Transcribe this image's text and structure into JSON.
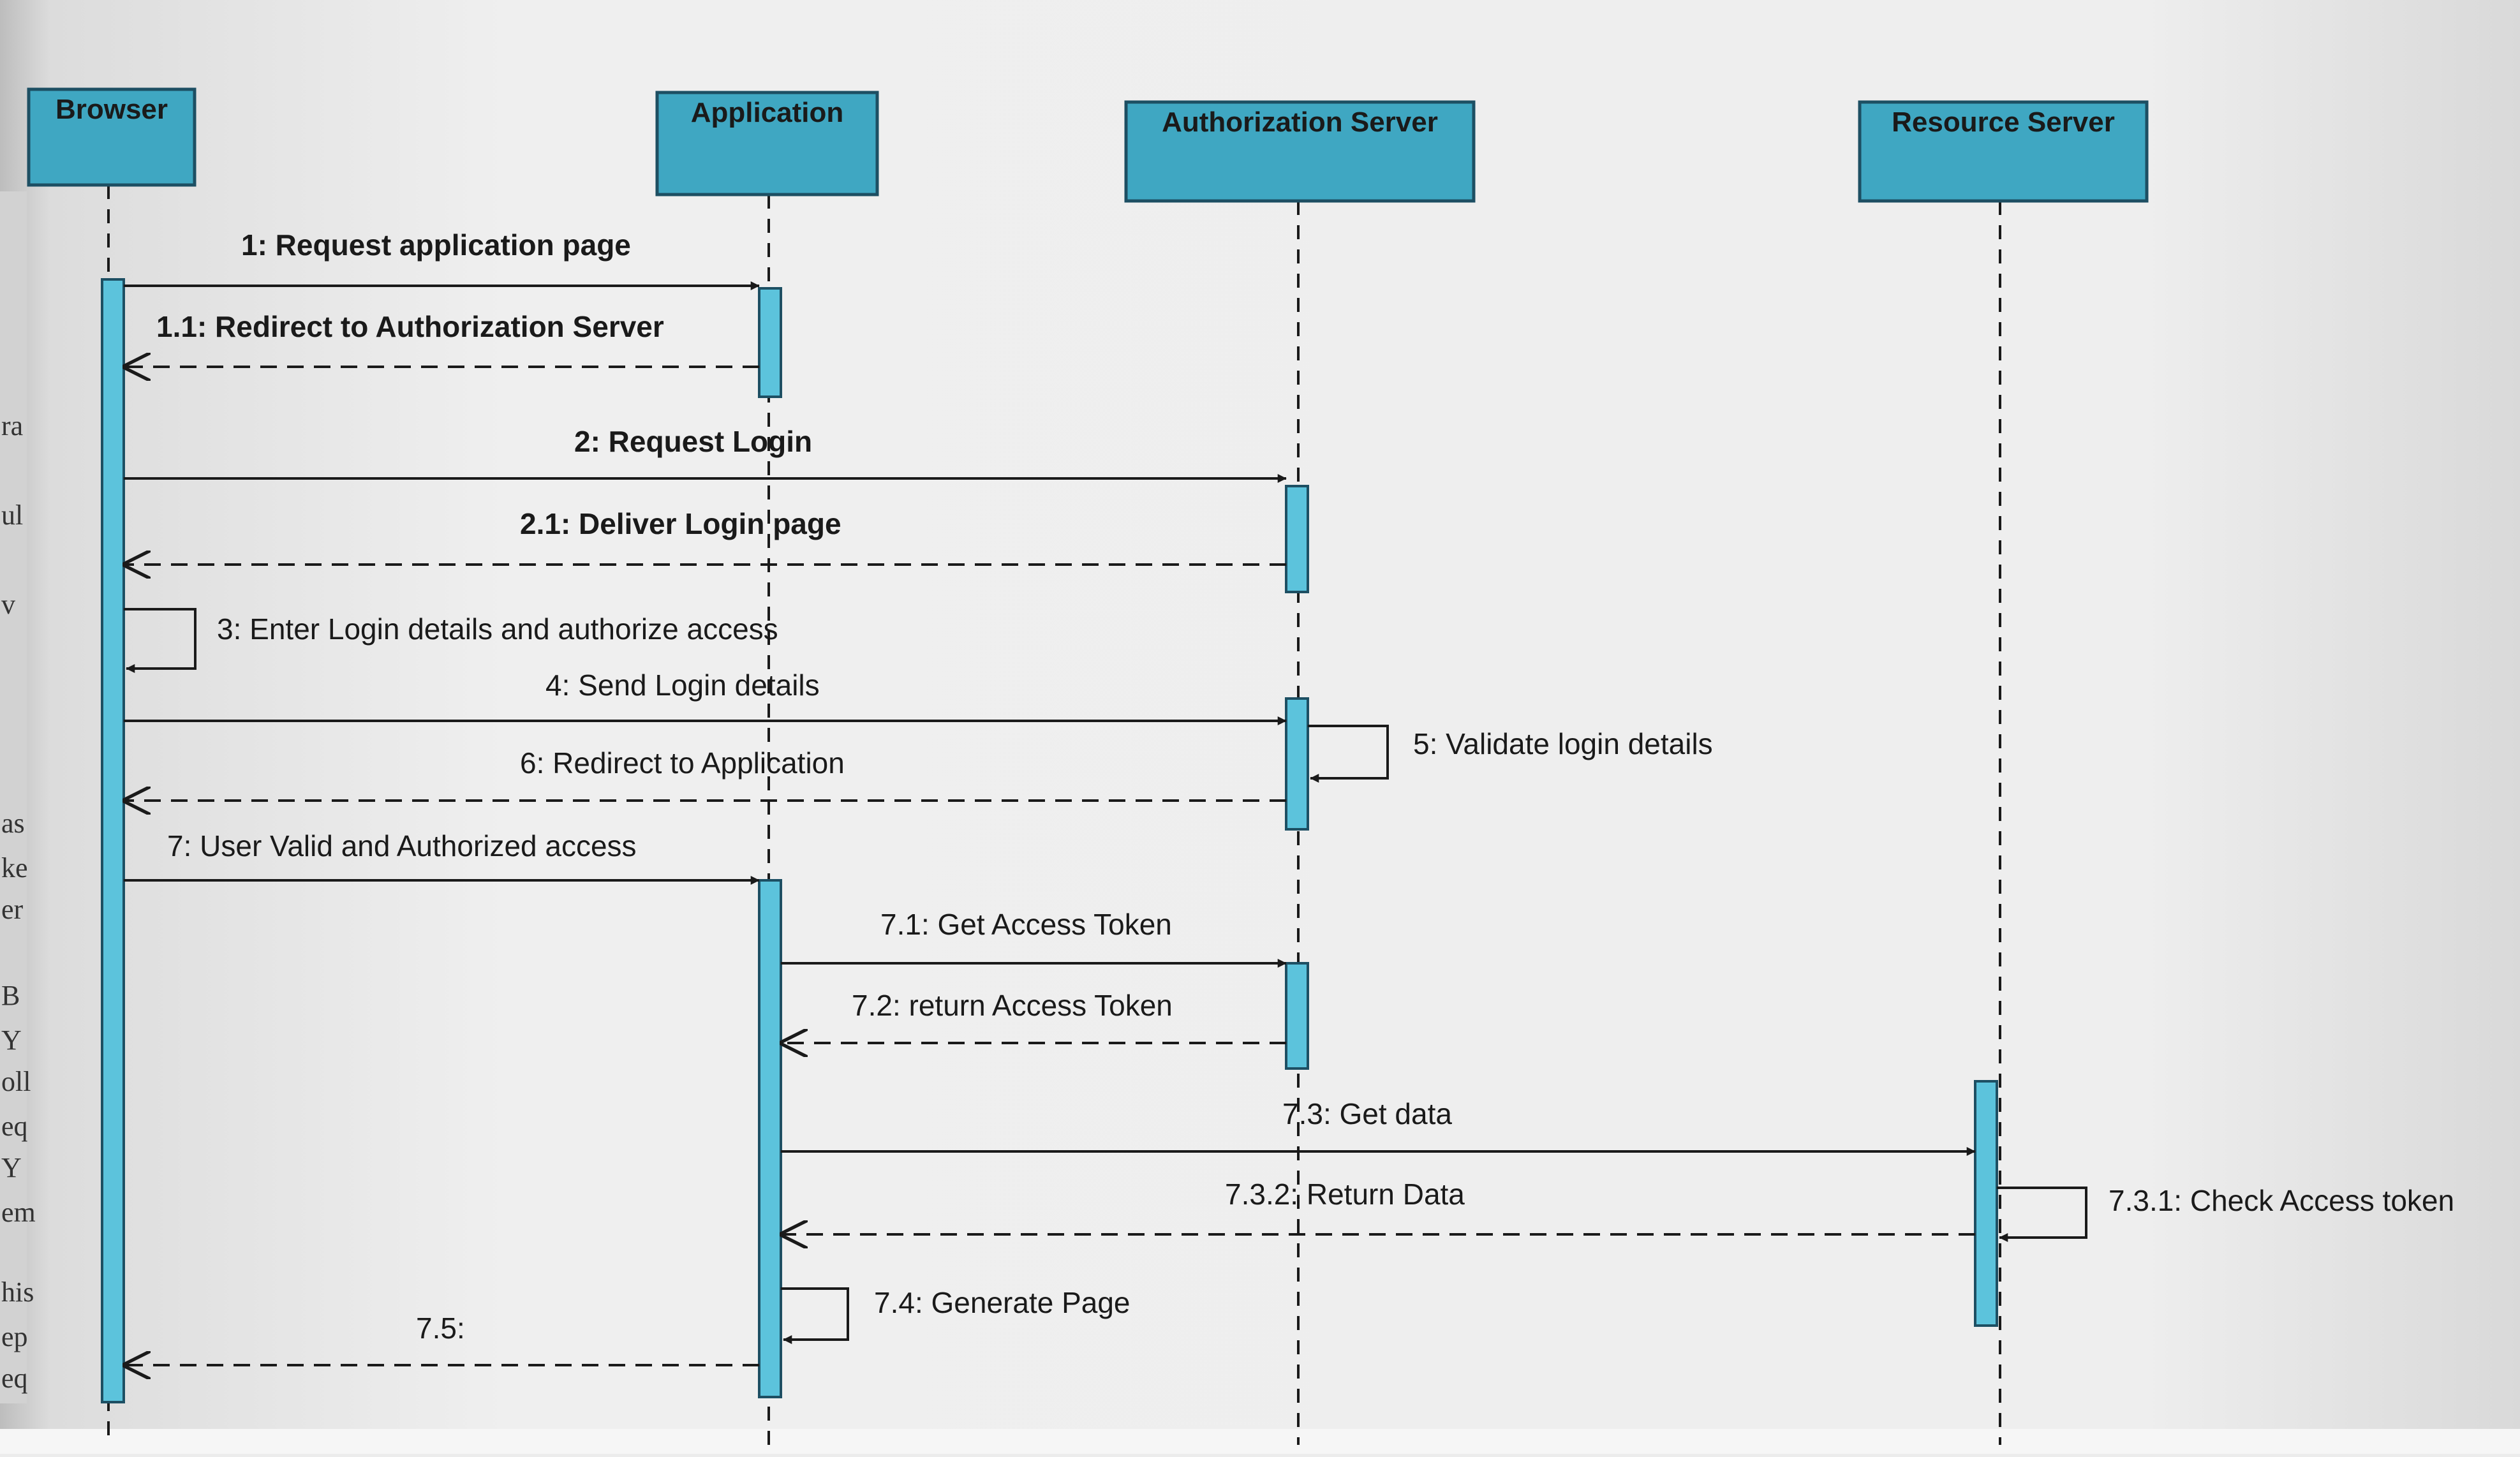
{
  "diagram": {
    "participants": [
      {
        "id": "browser",
        "label": "Browser"
      },
      {
        "id": "application",
        "label": "Application"
      },
      {
        "id": "authserver",
        "label": "Authorization Server"
      },
      {
        "id": "resource",
        "label": "Resource Server"
      }
    ],
    "messages": [
      {
        "id": "m1",
        "label": "1: Request application page",
        "from": "browser",
        "to": "application",
        "kind": "call"
      },
      {
        "id": "m1_1",
        "label": "1.1: Redirect to Authorization Server",
        "from": "application",
        "to": "browser",
        "kind": "return"
      },
      {
        "id": "m2",
        "label": "2: Request Login",
        "from": "browser",
        "to": "authserver",
        "kind": "call"
      },
      {
        "id": "m2_1",
        "label": "2.1: Deliver Login page",
        "from": "authserver",
        "to": "browser",
        "kind": "return"
      },
      {
        "id": "m3",
        "label": "3: Enter Login details and authorize access",
        "from": "browser",
        "to": "browser",
        "kind": "self"
      },
      {
        "id": "m4",
        "label": "4: Send Login details",
        "from": "browser",
        "to": "authserver",
        "kind": "call"
      },
      {
        "id": "m5",
        "label": "5: Validate login details",
        "from": "authserver",
        "to": "authserver",
        "kind": "self"
      },
      {
        "id": "m6",
        "label": "6: Redirect to Application",
        "from": "authserver",
        "to": "browser",
        "kind": "return"
      },
      {
        "id": "m7",
        "label": "7: User Valid and Authorized access",
        "from": "browser",
        "to": "application",
        "kind": "call"
      },
      {
        "id": "m7_1",
        "label": "7.1: Get Access Token",
        "from": "application",
        "to": "authserver",
        "kind": "call"
      },
      {
        "id": "m7_2",
        "label": "7.2: return Access Token",
        "from": "authserver",
        "to": "application",
        "kind": "return"
      },
      {
        "id": "m7_3",
        "label": "7.3: Get data",
        "from": "application",
        "to": "resource",
        "kind": "call"
      },
      {
        "id": "m7_3_1",
        "label": "7.3.1: Check Access token",
        "from": "resource",
        "to": "resource",
        "kind": "self"
      },
      {
        "id": "m7_3_2",
        "label": "7.3.2: Return Data",
        "from": "resource",
        "to": "application",
        "kind": "return"
      },
      {
        "id": "m7_4",
        "label": "7.4: Generate Page",
        "from": "application",
        "to": "application",
        "kind": "self"
      },
      {
        "id": "m7_5",
        "label": "7.5:",
        "from": "application",
        "to": "browser",
        "kind": "return"
      }
    ]
  },
  "colors": {
    "participant_fill": "#3fa7c2",
    "participant_border": "#1d4f63",
    "activation_fill": "#5cc3dc",
    "line": "#1a1a1a",
    "paper": "#ececec"
  },
  "background_text": [
    "ra",
    "ul",
    "v",
    "as",
    "ke",
    "er",
    "B",
    "Y",
    "oll",
    "eq",
    "Y",
    "em",
    "his",
    "ep",
    "eq"
  ]
}
